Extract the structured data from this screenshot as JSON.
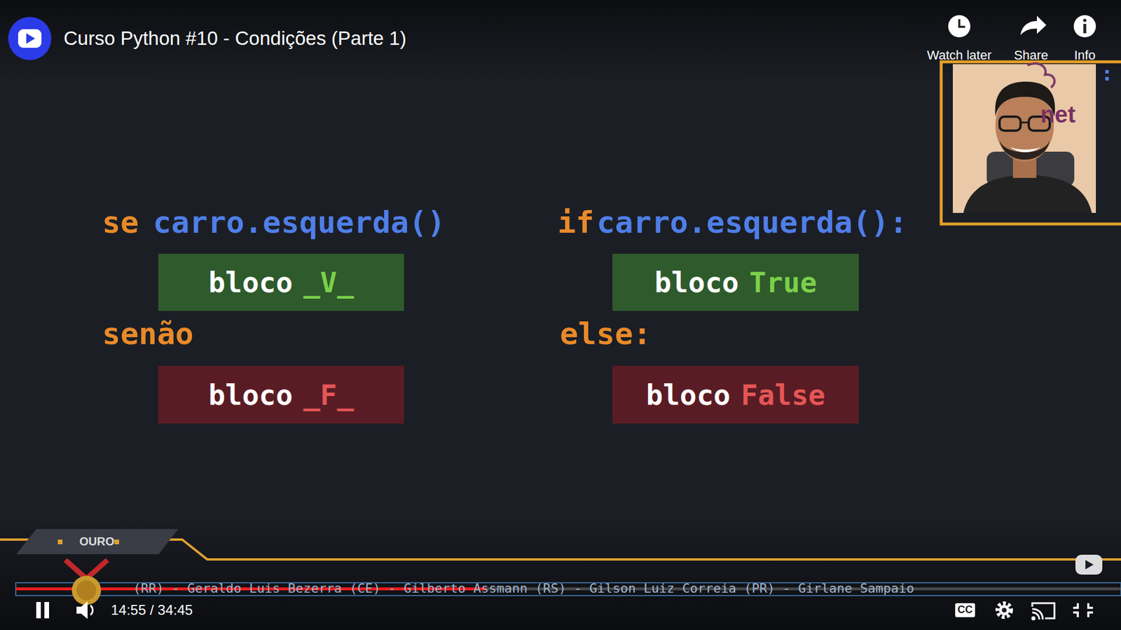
{
  "diagram": {
    "title": "Curso Python #10 - Condições (Parte 1)",
    "nodes": [
      {
        "text": [
          "bloco",
          "_V_"
        ]
      },
      {
        "text": [
          "bloco",
          "_F_"
        ]
      },
      {
        "text": [
          "bloco",
          "True"
        ]
      },
      {
        "text": [
          "bloco",
          "False"
        ]
      }
    ],
    "edges": [],
    "labels": [
      "Watch later",
      "Share",
      "Info",
      "net",
      "se",
      "carro.esquerda()",
      "senão",
      "if",
      "carro.esquerda():",
      "else:",
      "OURO",
      "(RR) - Geraldo Luis Bezerra (CE) - Gilberto Assmann (RS) - Gilson Luiz Correia (PR) - Girlane Sampaio",
      "14:55 / 34:45",
      "CC"
    ]
  }
}
